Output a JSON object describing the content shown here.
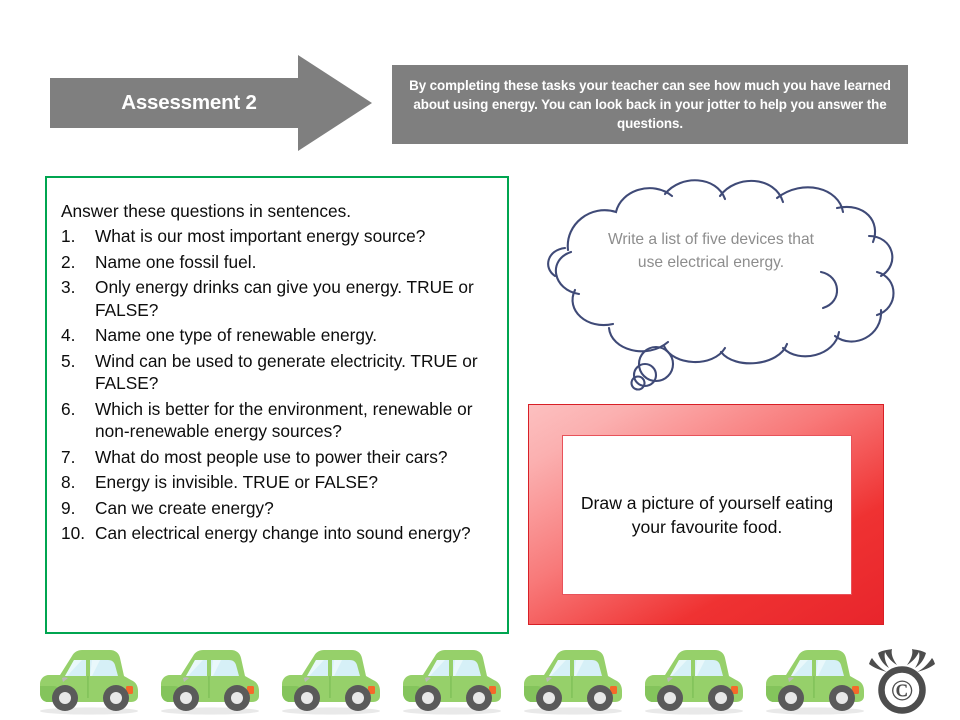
{
  "header": {
    "arrow_title": "Assessment 2",
    "instruction": "By completing these tasks your teacher can see how much you have learned about using energy. You can look back in your jotter to help you answer the questions.",
    "arrow_color": "#7f7f7f",
    "instruction_box_color": "#7f7f7f"
  },
  "questions_panel": {
    "border_color": "#00a550",
    "intro": "Answer these questions in sentences.",
    "items": [
      {
        "num": "1.",
        "text": "What is our most important energy source?"
      },
      {
        "num": "2.",
        "text": "Name one fossil fuel."
      },
      {
        "num": "3.",
        "text": "Only energy drinks can give you energy. TRUE or FALSE?"
      },
      {
        "num": "4.",
        "text": "Name one type of renewable energy."
      },
      {
        "num": "5.",
        "text": "Wind can be used to generate electricity. TRUE or FALSE?"
      },
      {
        "num": "6.",
        "text": "Which is better for the environment, renewable or non-renewable energy sources?"
      },
      {
        "num": "7.",
        "text": "What do most people use to power their cars?"
      },
      {
        "num": "8.",
        "text": "Energy is invisible. TRUE or FALSE?"
      },
      {
        "num": "9.",
        "text": "Can we create energy?"
      },
      {
        "num": "10.",
        "text": "Can electrical energy change into sound energy?"
      }
    ]
  },
  "thought_cloud": {
    "text": "Write a list of five devices that use electrical energy.",
    "outline_color": "#3f4a77",
    "text_color": "#8d8d8d"
  },
  "draw_box": {
    "text": "Draw a picture of yourself eating your favourite food.",
    "border_color": "#d81f26",
    "fill_start_color": "#fcc0c0",
    "fill_end_color": "#e8252c"
  },
  "cars": {
    "count": 7,
    "body_color": "#96d06a",
    "window_color": "#d6f0f7",
    "wheel_color": "#5a5a5a",
    "hub_color": "#e8e8e8",
    "taillight_color": "#f4692a",
    "positions": [
      30,
      151,
      272,
      393,
      514,
      635,
      756
    ]
  },
  "logo": {
    "name": "copyright-antlers-logo",
    "symbol": "©",
    "color": "#4d4d4d"
  }
}
